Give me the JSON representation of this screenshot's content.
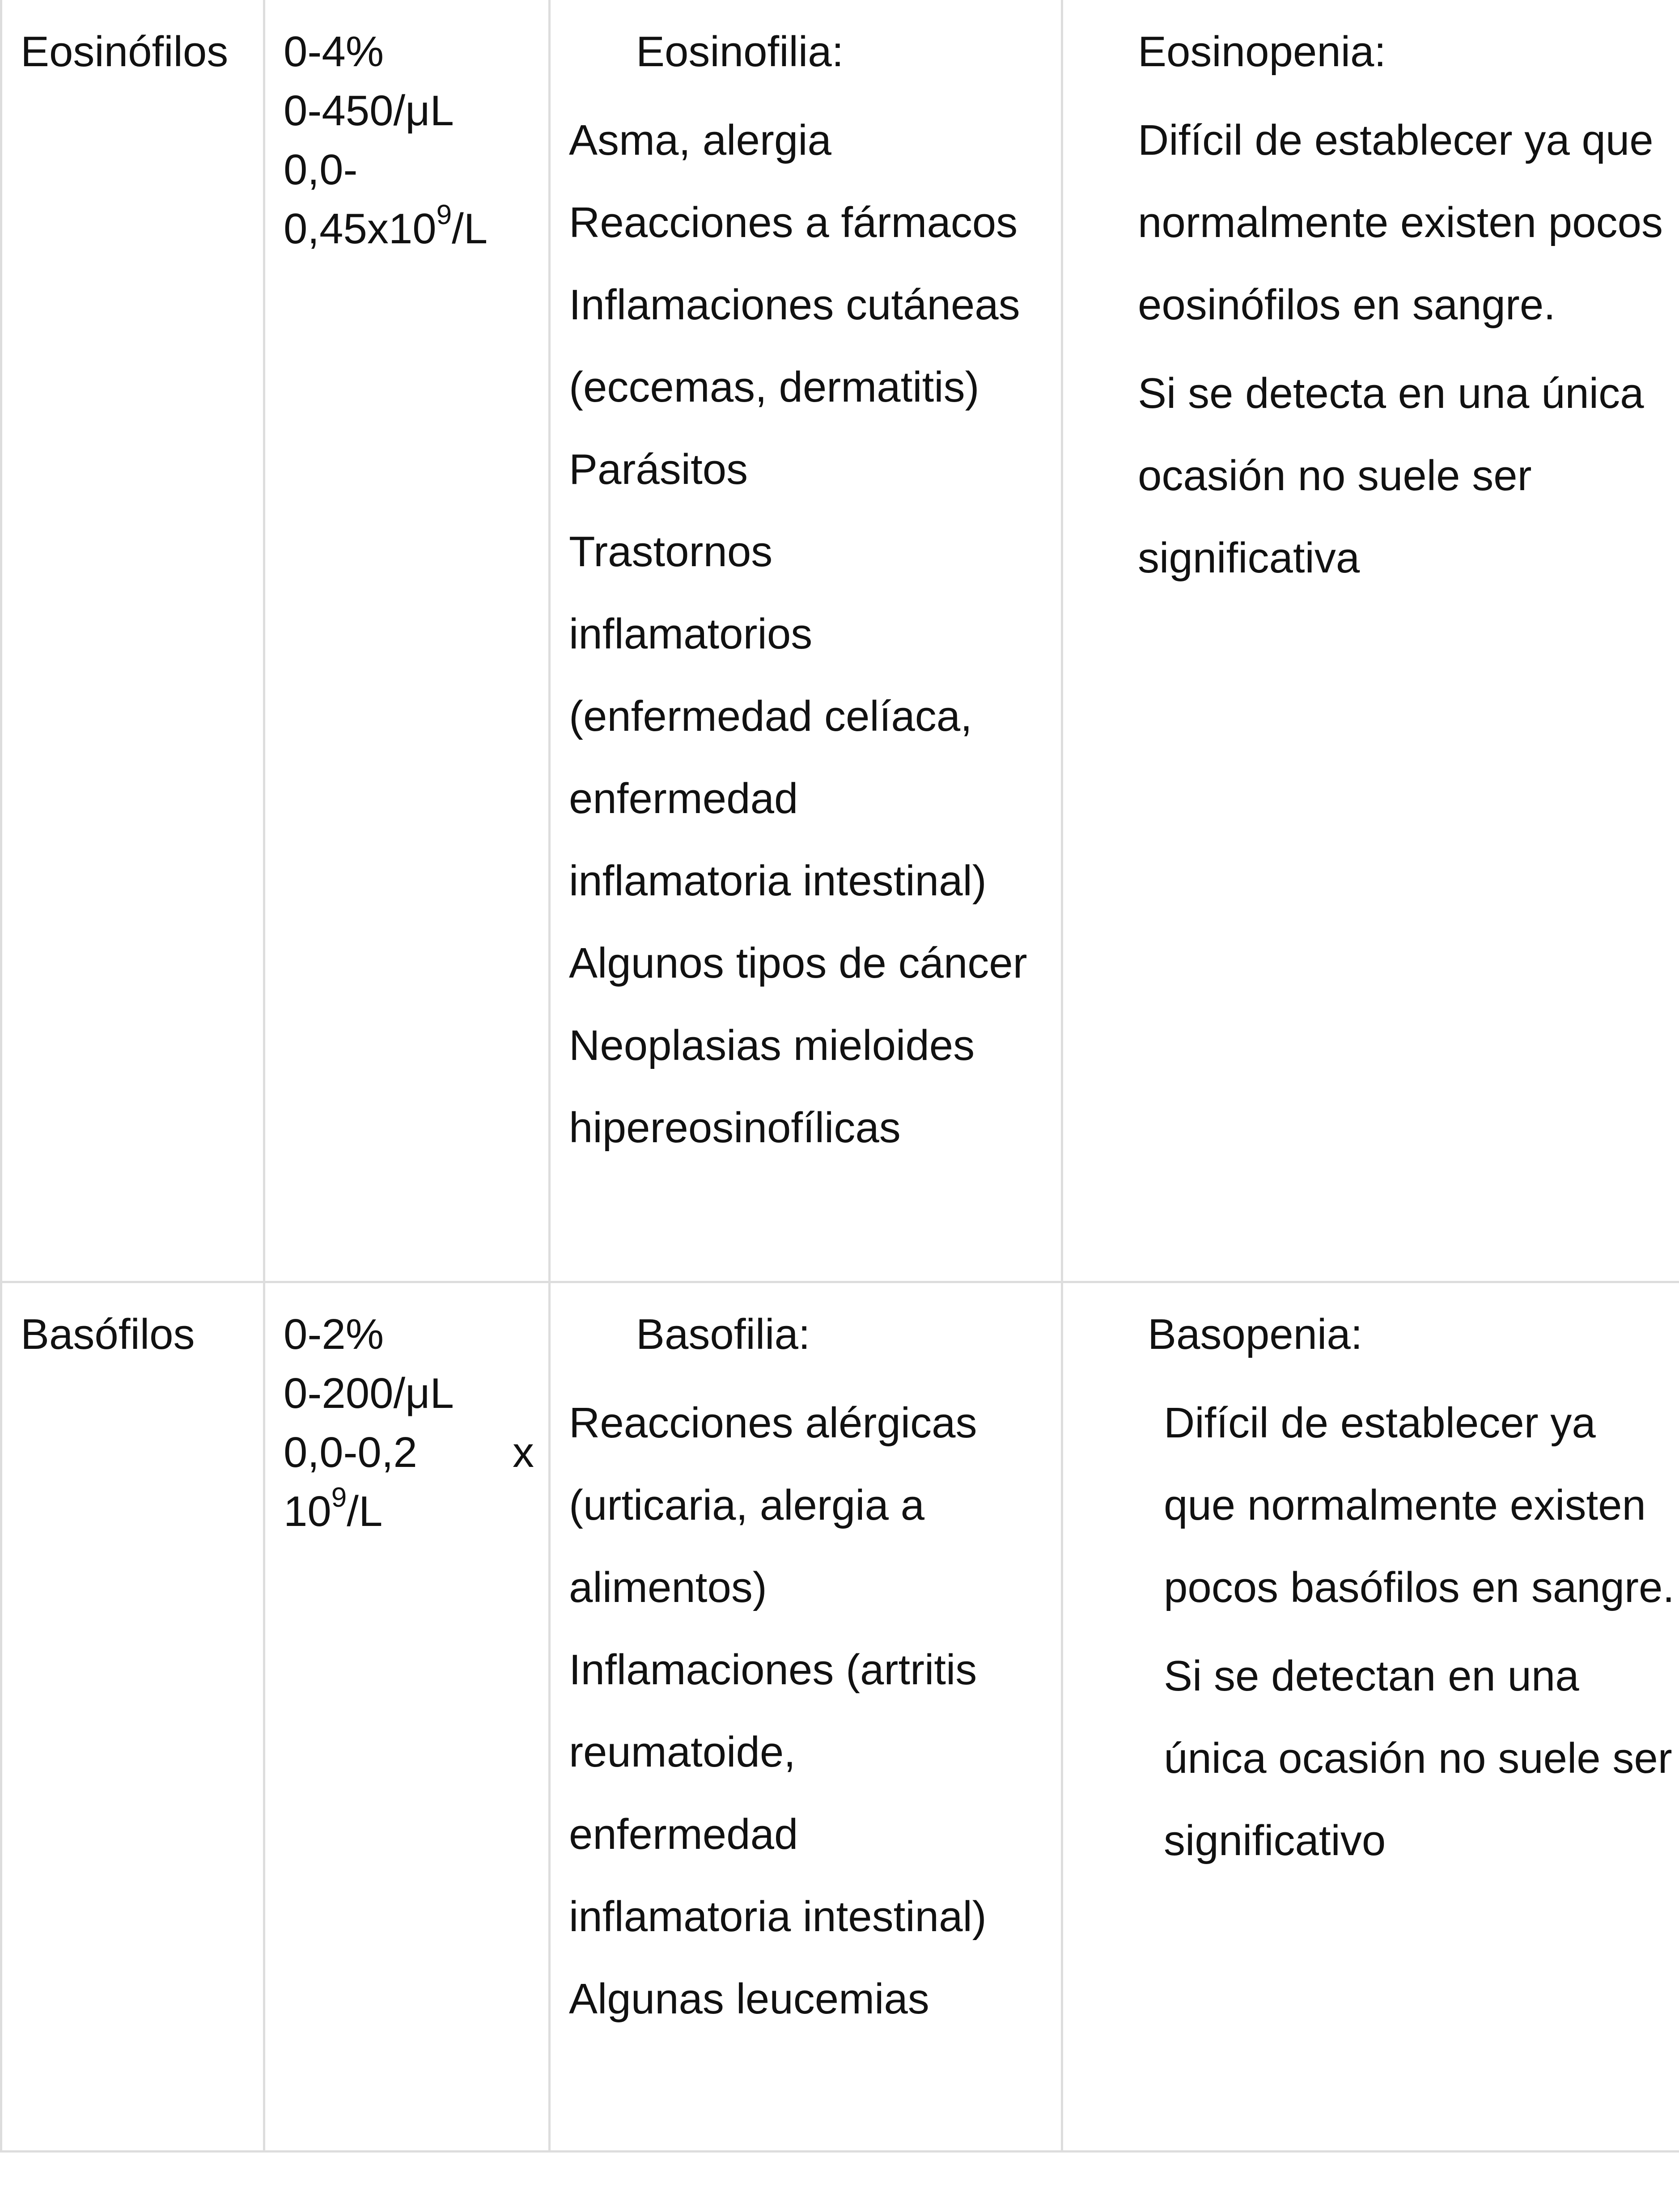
{
  "rows": [
    {
      "name": "Eosinófilos",
      "range": [
        "0-4%",
        "0-450/μL",
        "0,0-",
        "0,45x10"
      ],
      "range_sup": "9",
      "range_tail": "/L",
      "high_title": "Eosinofilia:",
      "high_lines": [
        "Asma, alergia",
        "Reacciones a fármacos",
        "Inflamaciones cutáneas",
        "(eccemas, dermatitis)",
        "Parásitos",
        "Trastornos",
        "inflamatorios",
        "(enfermedad celíaca,",
        "enfermedad",
        "inflamatoria intestinal)",
        "Algunos tipos de cáncer",
        "Neoplasias mieloides",
        "hipereosinofílicas"
      ],
      "low_title": "Eosinopenia:",
      "low_lines": [
        "Difícil de establecer ya que",
        "normalmente existen pocos",
        "eosinófilos en sangre.",
        "Si se detecta en una única",
        "ocasión no suele ser",
        "significativa"
      ]
    },
    {
      "name": "Basófilos",
      "range": [
        "0-2%",
        "0-200/μL",
        "0,0-0,2",
        "x",
        "10"
      ],
      "range_sup": "9",
      "range_tail": "/L",
      "high_title": "Basofilia:",
      "high_lines": [
        "Reacciones alérgicas",
        "(urticaria, alergia a",
        "alimentos)",
        "Inflamaciones (artritis",
        "reumatoide,",
        "enfermedad",
        "inflamatoria intestinal)",
        "Algunas leucemias"
      ],
      "low_title": "Basopenia:",
      "low_lines": [
        "Difícil de establecer ya",
        "que normalmente existen",
        "pocos basófilos en sangre.",
        "Si se detectan en una",
        "única ocasión no suele ser",
        "significativo"
      ]
    }
  ]
}
